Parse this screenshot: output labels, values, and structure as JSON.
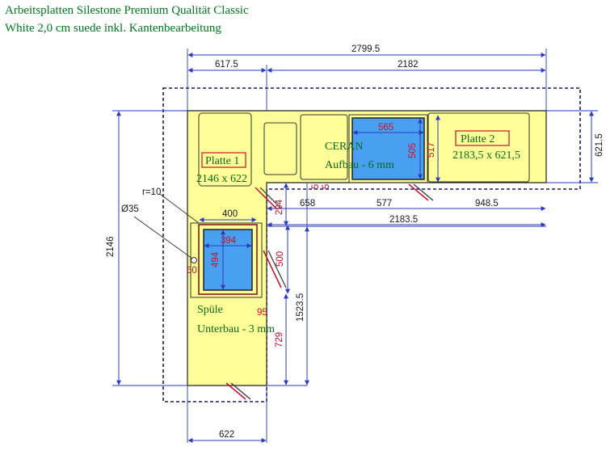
{
  "title": {
    "line1": "Arbeitsplatten Silestone Premium Qualität Classic",
    "line2": "White 2,0 cm suede inkl. Kantenbearbeitung"
  },
  "colors": {
    "title_green": "#007a1f",
    "countertop_fill": "#ffff99",
    "cutout_blue": "#4aa0f0",
    "dim_line_blue": "#2a3bbf",
    "outline_navy": "#1a1a6e",
    "label_red": "#c8102e"
  },
  "dimensions": {
    "total_width": "2799.5",
    "left_width": "617.5",
    "right_width": "2182",
    "right_depth": "621.5",
    "left_total_height": "2146",
    "cooktop_width": "565",
    "cooktop_depth": "505",
    "cooktop_side": "517",
    "offset_658": "658",
    "offset_577": "577",
    "offset_948": "948.5",
    "plate2_length": "2183.5",
    "inner_294": "294",
    "small_5a": "5",
    "small_5b": "5",
    "sink_outer_width": "400",
    "sink_inner_width": "394",
    "sink_inner_depth": "494",
    "sink_side": "500",
    "inner_height": "1523.5",
    "lower_729": "729",
    "small_95": "95",
    "small_60": "60",
    "bottom_width": "622",
    "radius": "r=10",
    "diameter": "Ø35"
  },
  "labels": {
    "plate1_name": "Platte 1",
    "plate1_size": "2146 x 622",
    "plate2_name": "Platte 2",
    "plate2_size": "2183,5 x 621,5",
    "ceran_name": "CERAN",
    "ceran_mount": "Aufbau - 6 mm",
    "sink_name": "Spüle",
    "sink_mount": "Unterbau - 3 mm"
  }
}
